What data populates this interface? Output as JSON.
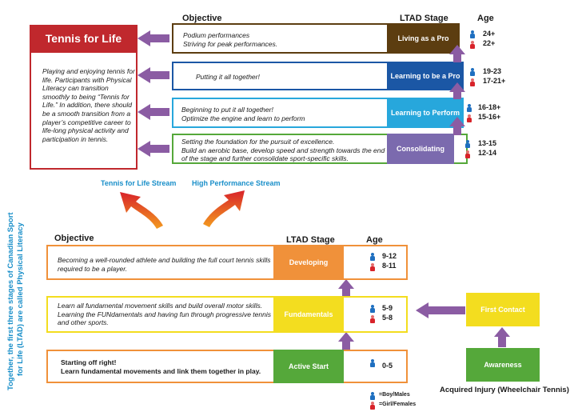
{
  "top": {
    "objective_header": "Objective",
    "stage_header": "LTAD Stage",
    "age_header": "Age",
    "tennis_for_life_title": "Tennis for Life",
    "tennis_for_life_text": "Playing and enjoying tennis for life. Participants with Physical Literacy can transition smoothly to being “Tennis for Life.” In addition, there should be a smooth transition from a player’s competitive career to life-long physical activity and participation in tennis.",
    "rows": [
      {
        "objective": [
          "Podium performances",
          "Striving for peak performances."
        ],
        "stage": "Living as a Pro",
        "ages": [
          "24+",
          "22+"
        ],
        "color": "#5c3d10"
      },
      {
        "objective": [
          "Putting it all together!"
        ],
        "stage": "Learning to be a Pro",
        "ages": [
          "19-23",
          "17-21+"
        ],
        "color": "#1b57a5"
      },
      {
        "objective": [
          "Beginning to put it all together!",
          "Optimize the engine and learn to perform"
        ],
        "stage": "Learning to Perform",
        "ages": [
          "16-18+",
          "15-16+"
        ],
        "color": "#27a7dc"
      },
      {
        "objective": [
          "Setting the foundation for the pursuit of excellence.",
          "Build an aerobic base, develop speed and strength towards the end",
          "of the stage and further consolidate sport-specific skills."
        ],
        "stage": "Consolidating",
        "ages": [
          "13-15",
          "12-14"
        ],
        "color": "#7b6aae"
      }
    ]
  },
  "streams": {
    "tennis_for_life": "Tennis for Life Stream",
    "high_performance": "High Performance Stream"
  },
  "bottom": {
    "objective_header": "Objective",
    "stage_header": "LTAD Stage",
    "age_header": "Age",
    "rows": [
      {
        "objective": [
          "Becoming a well-rounded athlete and building the full court tennis skills",
          "required to be a player."
        ],
        "stage": "Developing",
        "ages": [
          "9-12",
          "8-11"
        ],
        "color": "#f0913a"
      },
      {
        "objective": [
          "Learn all fundamental movement skills and build overall motor skills.",
          "Learning the FUNdamentals and having fun through progressive tennis",
          "and other sports."
        ],
        "stage": "Fundamentals",
        "ages": [
          "5-9",
          "5-8"
        ],
        "color": "#f3dd1f"
      },
      {
        "objective": [
          "Starting off right!",
          "Learn fundamental movements and link them together in play."
        ],
        "stage": "Active Start",
        "ages": [
          "0-5"
        ],
        "color": "#55a83a"
      }
    ],
    "first_contact": "First Contact",
    "awareness": "Awareness",
    "acquired_injury": "Acquired Injury (Wheelchair Tennis)"
  },
  "side_text": [
    "Together, the first three stages of Canadian Sport",
    "for Life (LTAD) are called Physical Literacy"
  ],
  "legend": {
    "boys": "=Boy/Males",
    "girls": "=Girl/Females"
  },
  "colors": {
    "arrow_purple": "#8b5ca3",
    "stream_blue": "#1a8fc9",
    "tfl_red": "#c0282d"
  }
}
